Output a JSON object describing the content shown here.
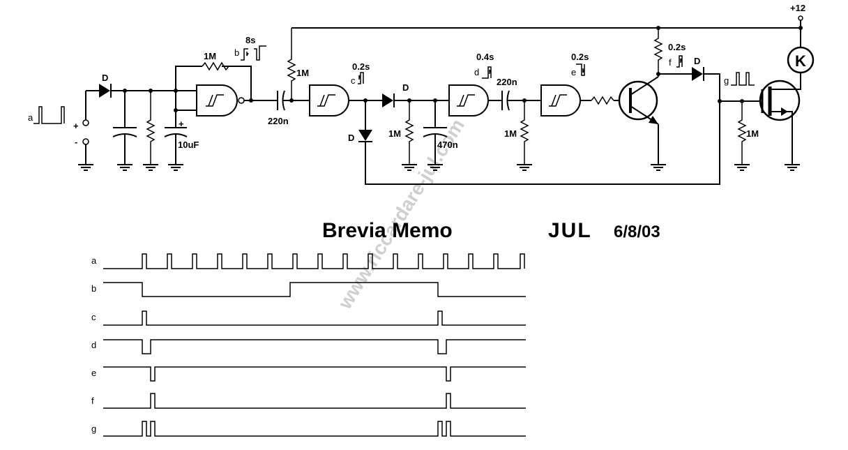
{
  "title": "Brevia Memo",
  "brand": "JUL",
  "date": "6/8/03",
  "watermark": "www.riccardare-jul.com",
  "supply": "+12",
  "relay_label": "K",
  "polarity": {
    "plus": "+",
    "minus": "-"
  },
  "components": {
    "diode": "D",
    "r_feedback": "1M",
    "r_input": "1M",
    "r_bias_1": "1M",
    "r_bias_2": "1M",
    "r_bias_3": "1M",
    "r_gate": "1M",
    "cap_timing": "10uF",
    "cap_coupling_1": "220n",
    "cap_coupling_2": "220n",
    "cap_stretch": "470n"
  },
  "pulse_annotations": {
    "b": {
      "letter": "b",
      "duration": "8s"
    },
    "c": {
      "letter": "c",
      "duration": "0.2s"
    },
    "d": {
      "letter": "d",
      "duration": "0.4s"
    },
    "e": {
      "letter": "e",
      "duration": "0.2s"
    },
    "f": {
      "letter": "f",
      "duration": "0.2s"
    },
    "g": {
      "letter": "g"
    },
    "a": {
      "letter": "a"
    }
  },
  "timing_diagram": {
    "signals": [
      "a",
      "b",
      "c",
      "d",
      "e",
      "f",
      "g"
    ]
  }
}
